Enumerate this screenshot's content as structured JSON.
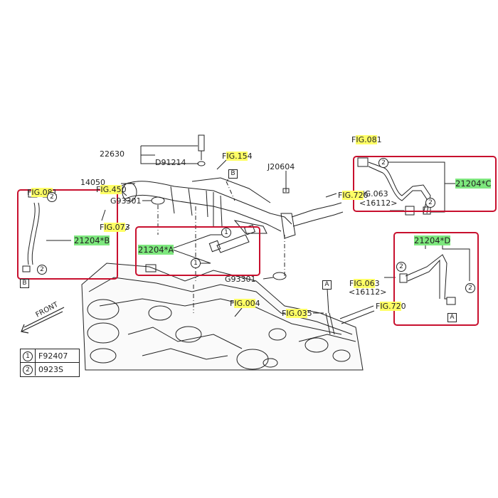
{
  "fig_refs": {
    "top_left": {
      "prefix": "F",
      "hl": "IG.08",
      "suffix": "1"
    },
    "top_right": {
      "prefix": "F",
      "hl": "IG.08",
      "suffix": "1"
    },
    "fig154": {
      "prefix": "F",
      "hl": "IG.15",
      "suffix": "4"
    },
    "fig450": {
      "prefix": "F",
      "hl": "IG.45",
      "suffix": "0"
    },
    "fig073": {
      "prefix": "F",
      "hl": "IG.07",
      "suffix": "3"
    },
    "fig720_a": {
      "prefix": "F",
      "hl": "IG.72",
      "suffix": "0"
    },
    "fig720_b": {
      "prefix": "F",
      "hl": "IG.72",
      "suffix": "0"
    },
    "fig004": {
      "prefix": "F",
      "hl": "IG.00",
      "suffix": "4"
    },
    "fig035": {
      "prefix": "F",
      "hl": "IG.03",
      "suffix": "5"
    },
    "fig063_b": {
      "prefix": "F",
      "hl": "IG.06",
      "suffix": "3"
    }
  },
  "plain_labels": {
    "p22630": "22630",
    "d91214": "D91214",
    "j20604": "J20604",
    "p14050": "14050",
    "g93301_a": "G93301",
    "g93301_b": "G93301",
    "fig063_a": "FIG.063",
    "sub16112_a": "<16112>",
    "sub16112_b": "<16112>",
    "front": "FRONT"
  },
  "part_labels": {
    "a": "21204*A",
    "b": "21204*B",
    "c": "21204*C",
    "d": "21204*D"
  },
  "markers": {
    "one": "1",
    "two": "2",
    "A": "A",
    "B": "B"
  },
  "legend": [
    {
      "num": "1",
      "code": "F92407"
    },
    {
      "num": "2",
      "code": "0923S"
    }
  ],
  "colors": {
    "callout_box": "#c8102e",
    "fig_highlight": "#ffff66",
    "part_highlight": "#7ee87e",
    "line": "#222222"
  }
}
